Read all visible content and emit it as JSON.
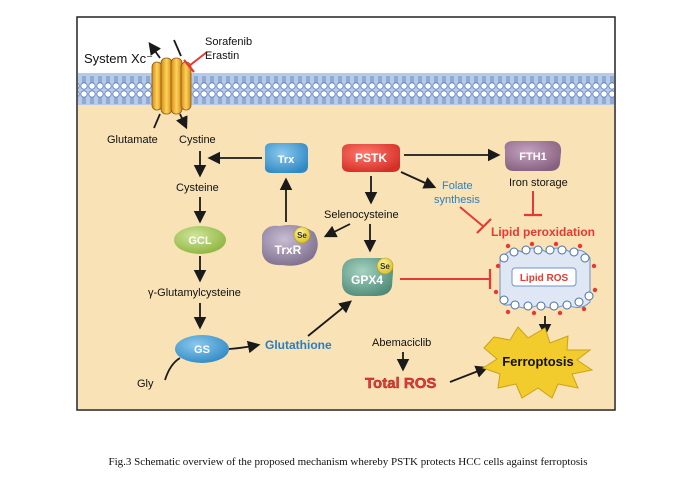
{
  "diagram": {
    "system_xc": "System Xc⁻",
    "inhibitors": [
      "Sorafenib",
      "Erastin"
    ],
    "glutamate": "Glutamate",
    "cystine": "Cystine",
    "cysteine": "Cysteine",
    "gcl": "GCL",
    "gamma_glutamylcysteine": "γ-Glutamylcysteine",
    "gs": "GS",
    "gly": "Gly",
    "glutathione": "Glutathione",
    "trx": "Trx",
    "trxr": "TrxR",
    "se": "Se",
    "pstk": "PSTK",
    "selenocysteine": "Selenocysteine",
    "gpx4": "GPX4",
    "folate": [
      "Folate",
      "synthesis"
    ],
    "fth1": "FTH1",
    "iron_storage": "Iron storage",
    "lipid_peroxidation": "Lipid peroxidation",
    "lipid_ros": "Lipid ROS",
    "abemaciclib": "Abemaciclib",
    "total_ros": "Total ROS",
    "ferroptosis": "Ferroptosis"
  },
  "caption": "Fig.3 Schematic overview of the proposed mechanism whereby PSTK protects HCC cells against ferroptosis",
  "colors": {
    "cell_bg": "#f8e2b6",
    "membrane": "#6f93c7",
    "pstk": "#e8453c",
    "fth1": "#a1779f",
    "gcl": "#a9c85b",
    "blue_protein": "#4aa3d8",
    "gpx4": "#6fa895",
    "trxr": "#9b8ea7",
    "inhibit_red": "#e53a33",
    "glutathione_text": "#2a7fc1",
    "ferroptosis_star": "#f2cc2c"
  }
}
